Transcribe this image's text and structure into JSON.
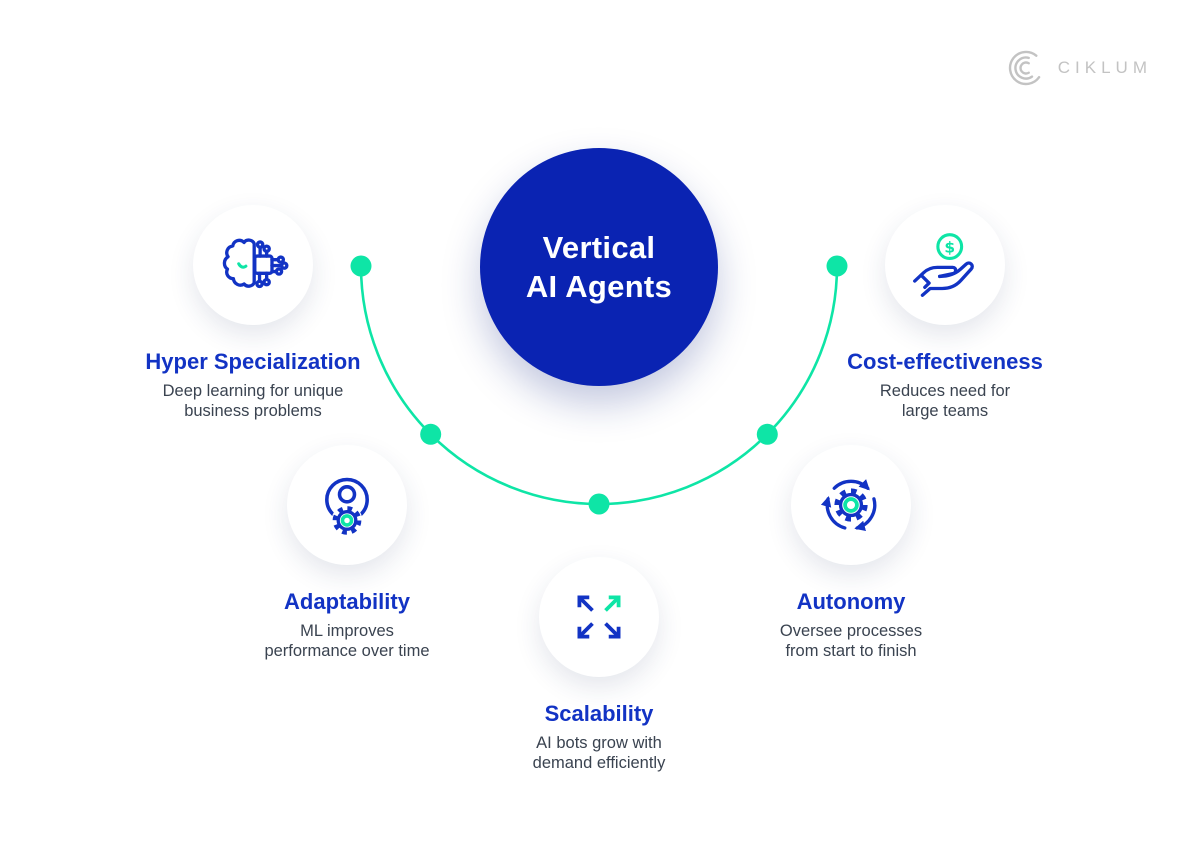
{
  "logo": {
    "text": "CIKLUM"
  },
  "center": {
    "title_line1": "Vertical",
    "title_line2": "AI Agents"
  },
  "colors": {
    "center_circle": "#0a23b2",
    "heading_blue": "#1233c4",
    "accent_teal": "#0ee5a6",
    "body_text": "#3a4350",
    "logo_gray": "#c3c3c3",
    "background": "#ffffff"
  },
  "items": [
    {
      "id": "hyper-specialization",
      "icon": "brain-circuit-icon",
      "title": "Hyper Specialization",
      "desc_line1": "Deep learning for unique",
      "desc_line2": "business problems"
    },
    {
      "id": "adaptability",
      "icon": "person-gear-icon",
      "title": "Adaptability",
      "desc_line1": "ML improves",
      "desc_line2": "performance over time"
    },
    {
      "id": "scalability",
      "icon": "expand-arrows-icon",
      "title": "Scalability",
      "desc_line1": "AI bots grow with",
      "desc_line2": "demand efficiently"
    },
    {
      "id": "autonomy",
      "icon": "gear-cycle-icon",
      "title": "Autonomy",
      "desc_line1": "Oversee processes",
      "desc_line2": "from start to finish"
    },
    {
      "id": "cost-effectiveness",
      "icon": "coin-hand-icon",
      "title": "Cost-effectiveness",
      "desc_line1": "Reduces need for",
      "desc_line2": "large teams"
    }
  ]
}
